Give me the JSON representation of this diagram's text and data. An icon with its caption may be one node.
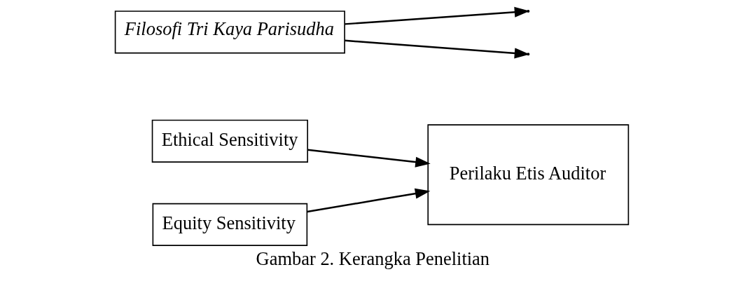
{
  "diagram": {
    "caption": "Gambar 2. Kerangka Penelitian",
    "nodes": [
      {
        "text": [
          "Ethical Sensitivity"
        ]
      },
      {
        "text": [
          "Filosofi Tri Kaya Parisudha"
        ]
      },
      {
        "text": [
          "Perilaku Etis Auditor"
        ]
      },
      {
        "text": [
          "Equity Sensitivity"
        ]
      }
    ],
    "edges": [
      {
        "from": 0,
        "to": 2,
        "arrow": "to"
      },
      {
        "from": 3,
        "to": 2,
        "arrow": "to"
      },
      {
        "from": 1,
        "to": null,
        "arrow": "to"
      },
      {
        "from": 1,
        "to": null,
        "arrow": "to"
      }
    ]
  }
}
